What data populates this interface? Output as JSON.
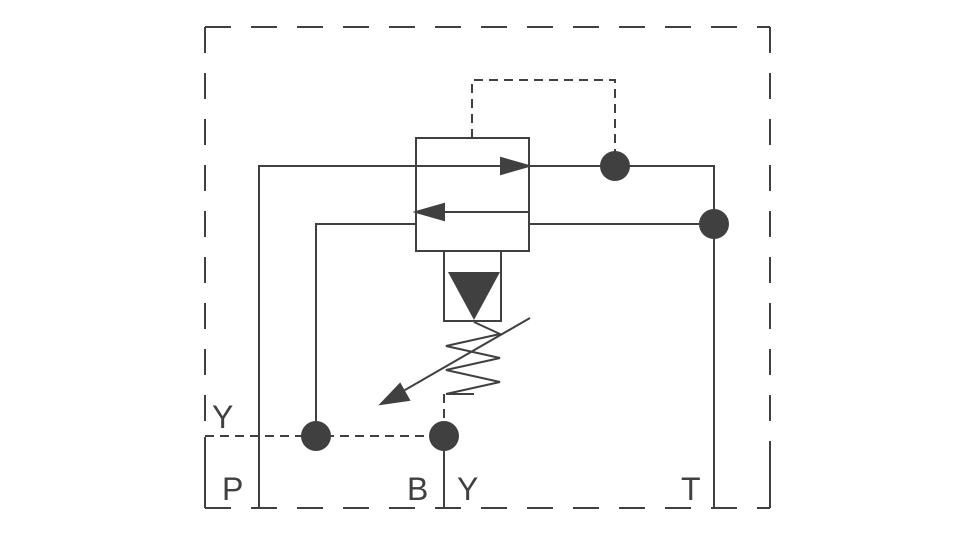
{
  "diagram": {
    "labels": {
      "y_left": "Y",
      "port_p": "P",
      "port_b": "B",
      "port_y": "Y",
      "port_t": "T"
    },
    "colors": {
      "line": "#404040",
      "background": "#ffffff"
    }
  }
}
